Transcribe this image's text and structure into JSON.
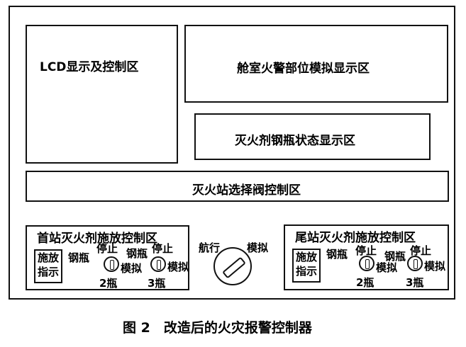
{
  "areas": {
    "lcd": "LCD显示及控制区",
    "cabin_alarm": "舱室火警部位模拟显示区",
    "cylinder_status": "灭火剂钢瓶状态显示区",
    "valve_control": "灭火站选择阀控制区"
  },
  "bow_station": {
    "title": "首站灭火剂施放控制区",
    "indicator_line1": "施放",
    "indicator_line2": "指示",
    "cylinder_label_1": "钢瓶",
    "cylinder_label_2": "钢瓶",
    "stop_1": "停止",
    "stop_2": "停止",
    "simulate_1": "模拟",
    "simulate_2": "模拟",
    "count_1": "2瓶",
    "count_2": "3瓶"
  },
  "mode_switch": {
    "left": "航行",
    "right": "模拟"
  },
  "stern_station": {
    "title": "尾站灭火剂施放控制区",
    "indicator_line1": "施放",
    "indicator_line2": "指示",
    "cylinder_label_1": "钢瓶",
    "cylinder_label_2": "钢瓶",
    "stop_1": "停止",
    "stop_2": "停止",
    "simulate_1": "模拟",
    "simulate_2": "模拟",
    "count_1": "2瓶",
    "count_2": "3瓶"
  },
  "caption": "图 2　改造后的火灾报警控制器"
}
